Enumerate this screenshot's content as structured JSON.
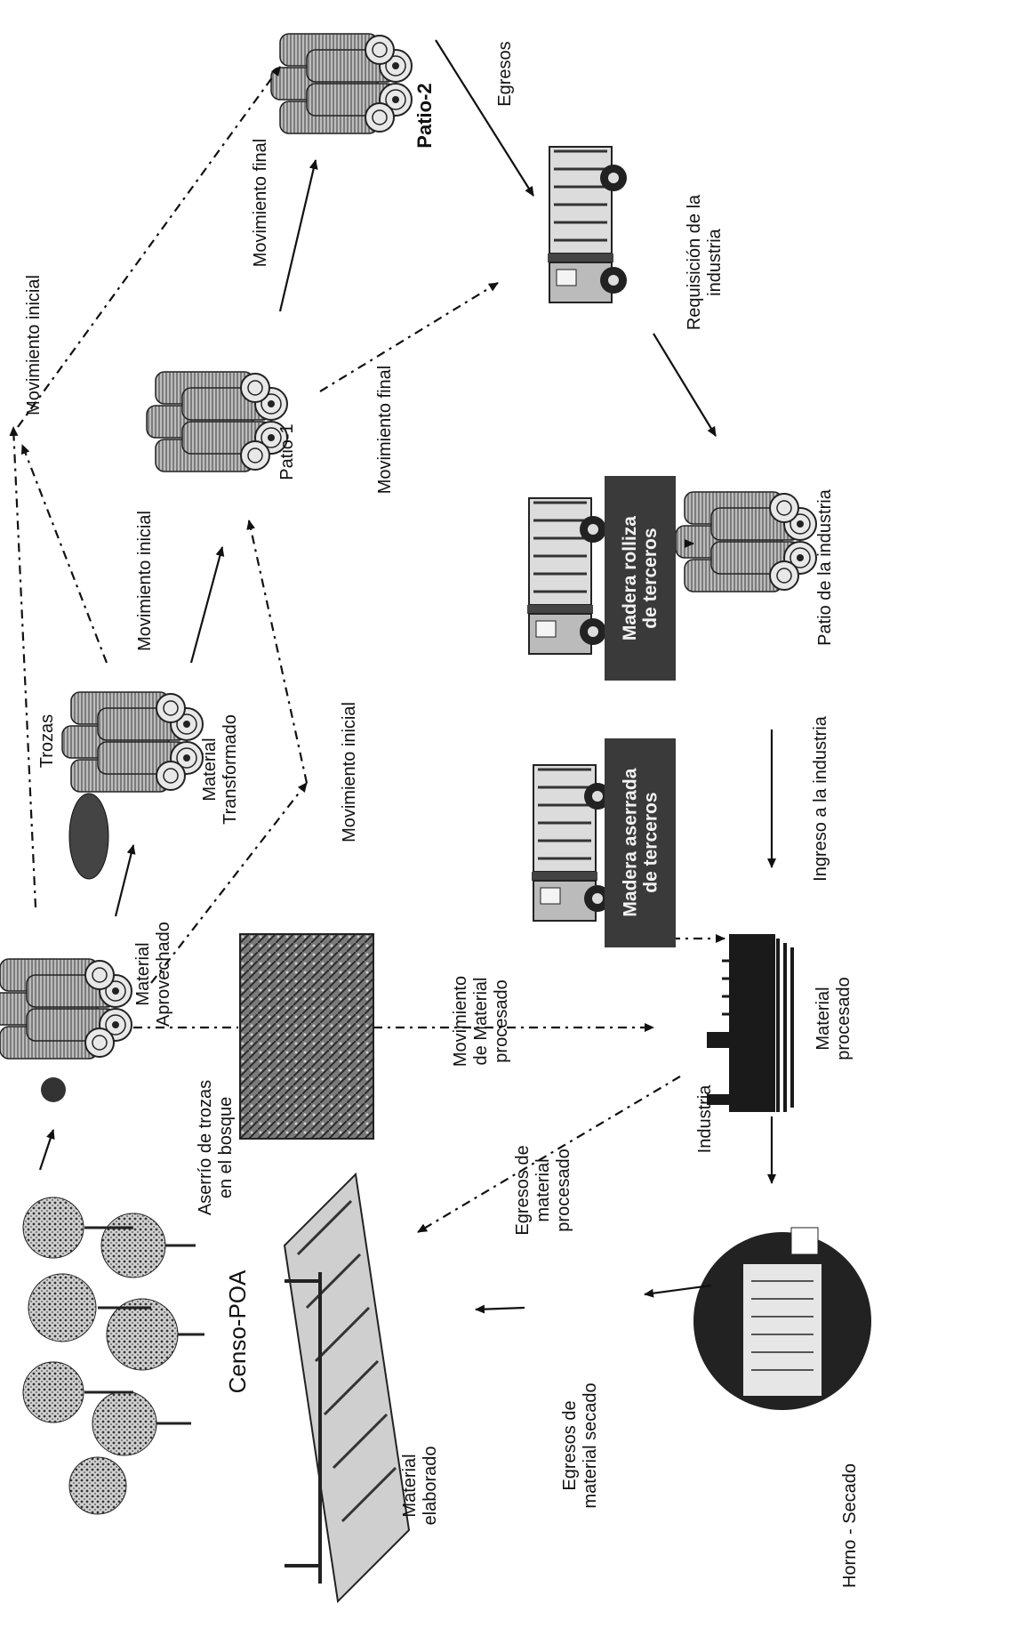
{
  "diagram": {
    "nodes": {
      "censo": "Censo-POA",
      "material_aprovechado": "Material\nAprovechado",
      "trozas": "Trozas",
      "material_transformado": "Material\nTransformado",
      "aserrio": "Aserrío de trozas\nen el bosque",
      "patio1": "Patio-1",
      "patio2": "Patio-2",
      "requisicion": "Requisición de la\nindustria",
      "madera_rolliza": "Madera rolliza\nde terceros",
      "madera_aserrada": "Madera aserrada\nde terceros",
      "patio_industria": "Patio de la industria",
      "industria": "Industria",
      "material_procesado": "Material\nprocesado",
      "horno": "Horno - Secado",
      "material_elaborado": "Material\nelaborado"
    },
    "edges": {
      "mov_inicial_top": "Movimiento inicial",
      "mov_inicial_mid": "Movimiento inicial",
      "mov_inicial_low": "Movimiento inicial",
      "mov_final_top": "Movimiento final",
      "mov_final_mid": "Movimiento final",
      "egresos": "Egresos",
      "ingreso_industria": "Ingreso a la industria",
      "mov_material_procesado": "Movimiento\nde Material\nprocesado",
      "egresos_material_procesado": "Egresos de\nmaterial\nprocesado",
      "egresos_material_secado": "Egresos de\nmaterial secado"
    }
  }
}
